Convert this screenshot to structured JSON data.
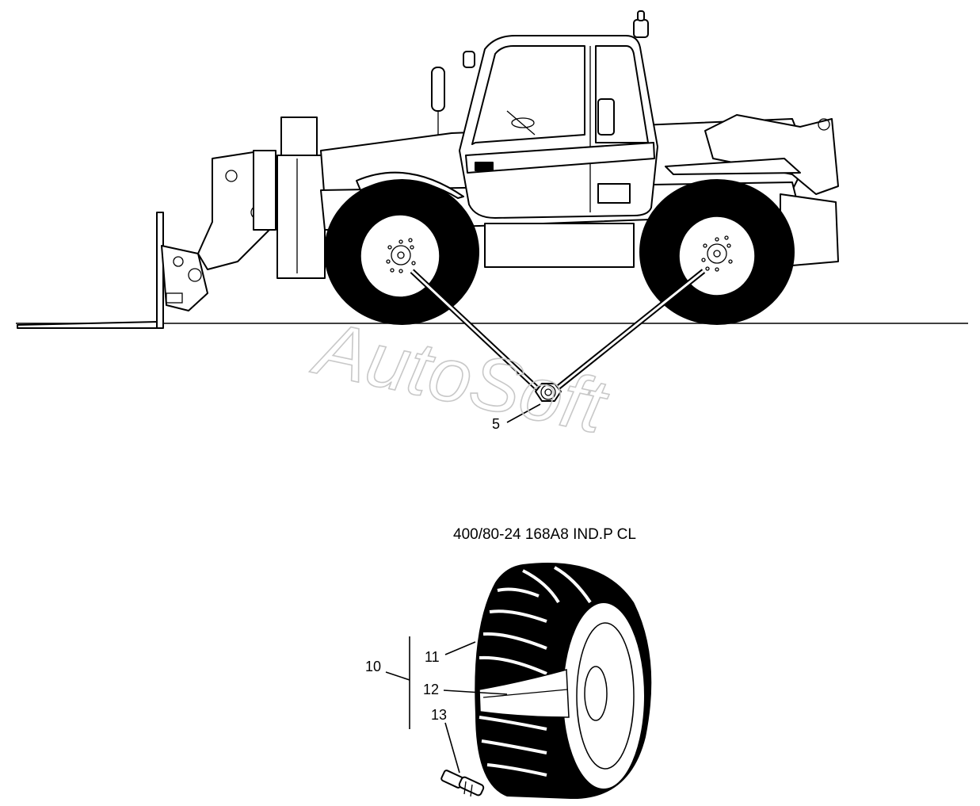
{
  "watermark": "AutoSoft",
  "tire_spec": "400/80-24 168A8 IND.P CL",
  "callouts": {
    "wheel_nut": "5",
    "wheel_assembly": "10",
    "tire": "11",
    "inner_tube": "12",
    "valve": "13"
  },
  "colors": {
    "line": "#000000",
    "watermark": "#c8c8c8",
    "tire": "#000000"
  }
}
